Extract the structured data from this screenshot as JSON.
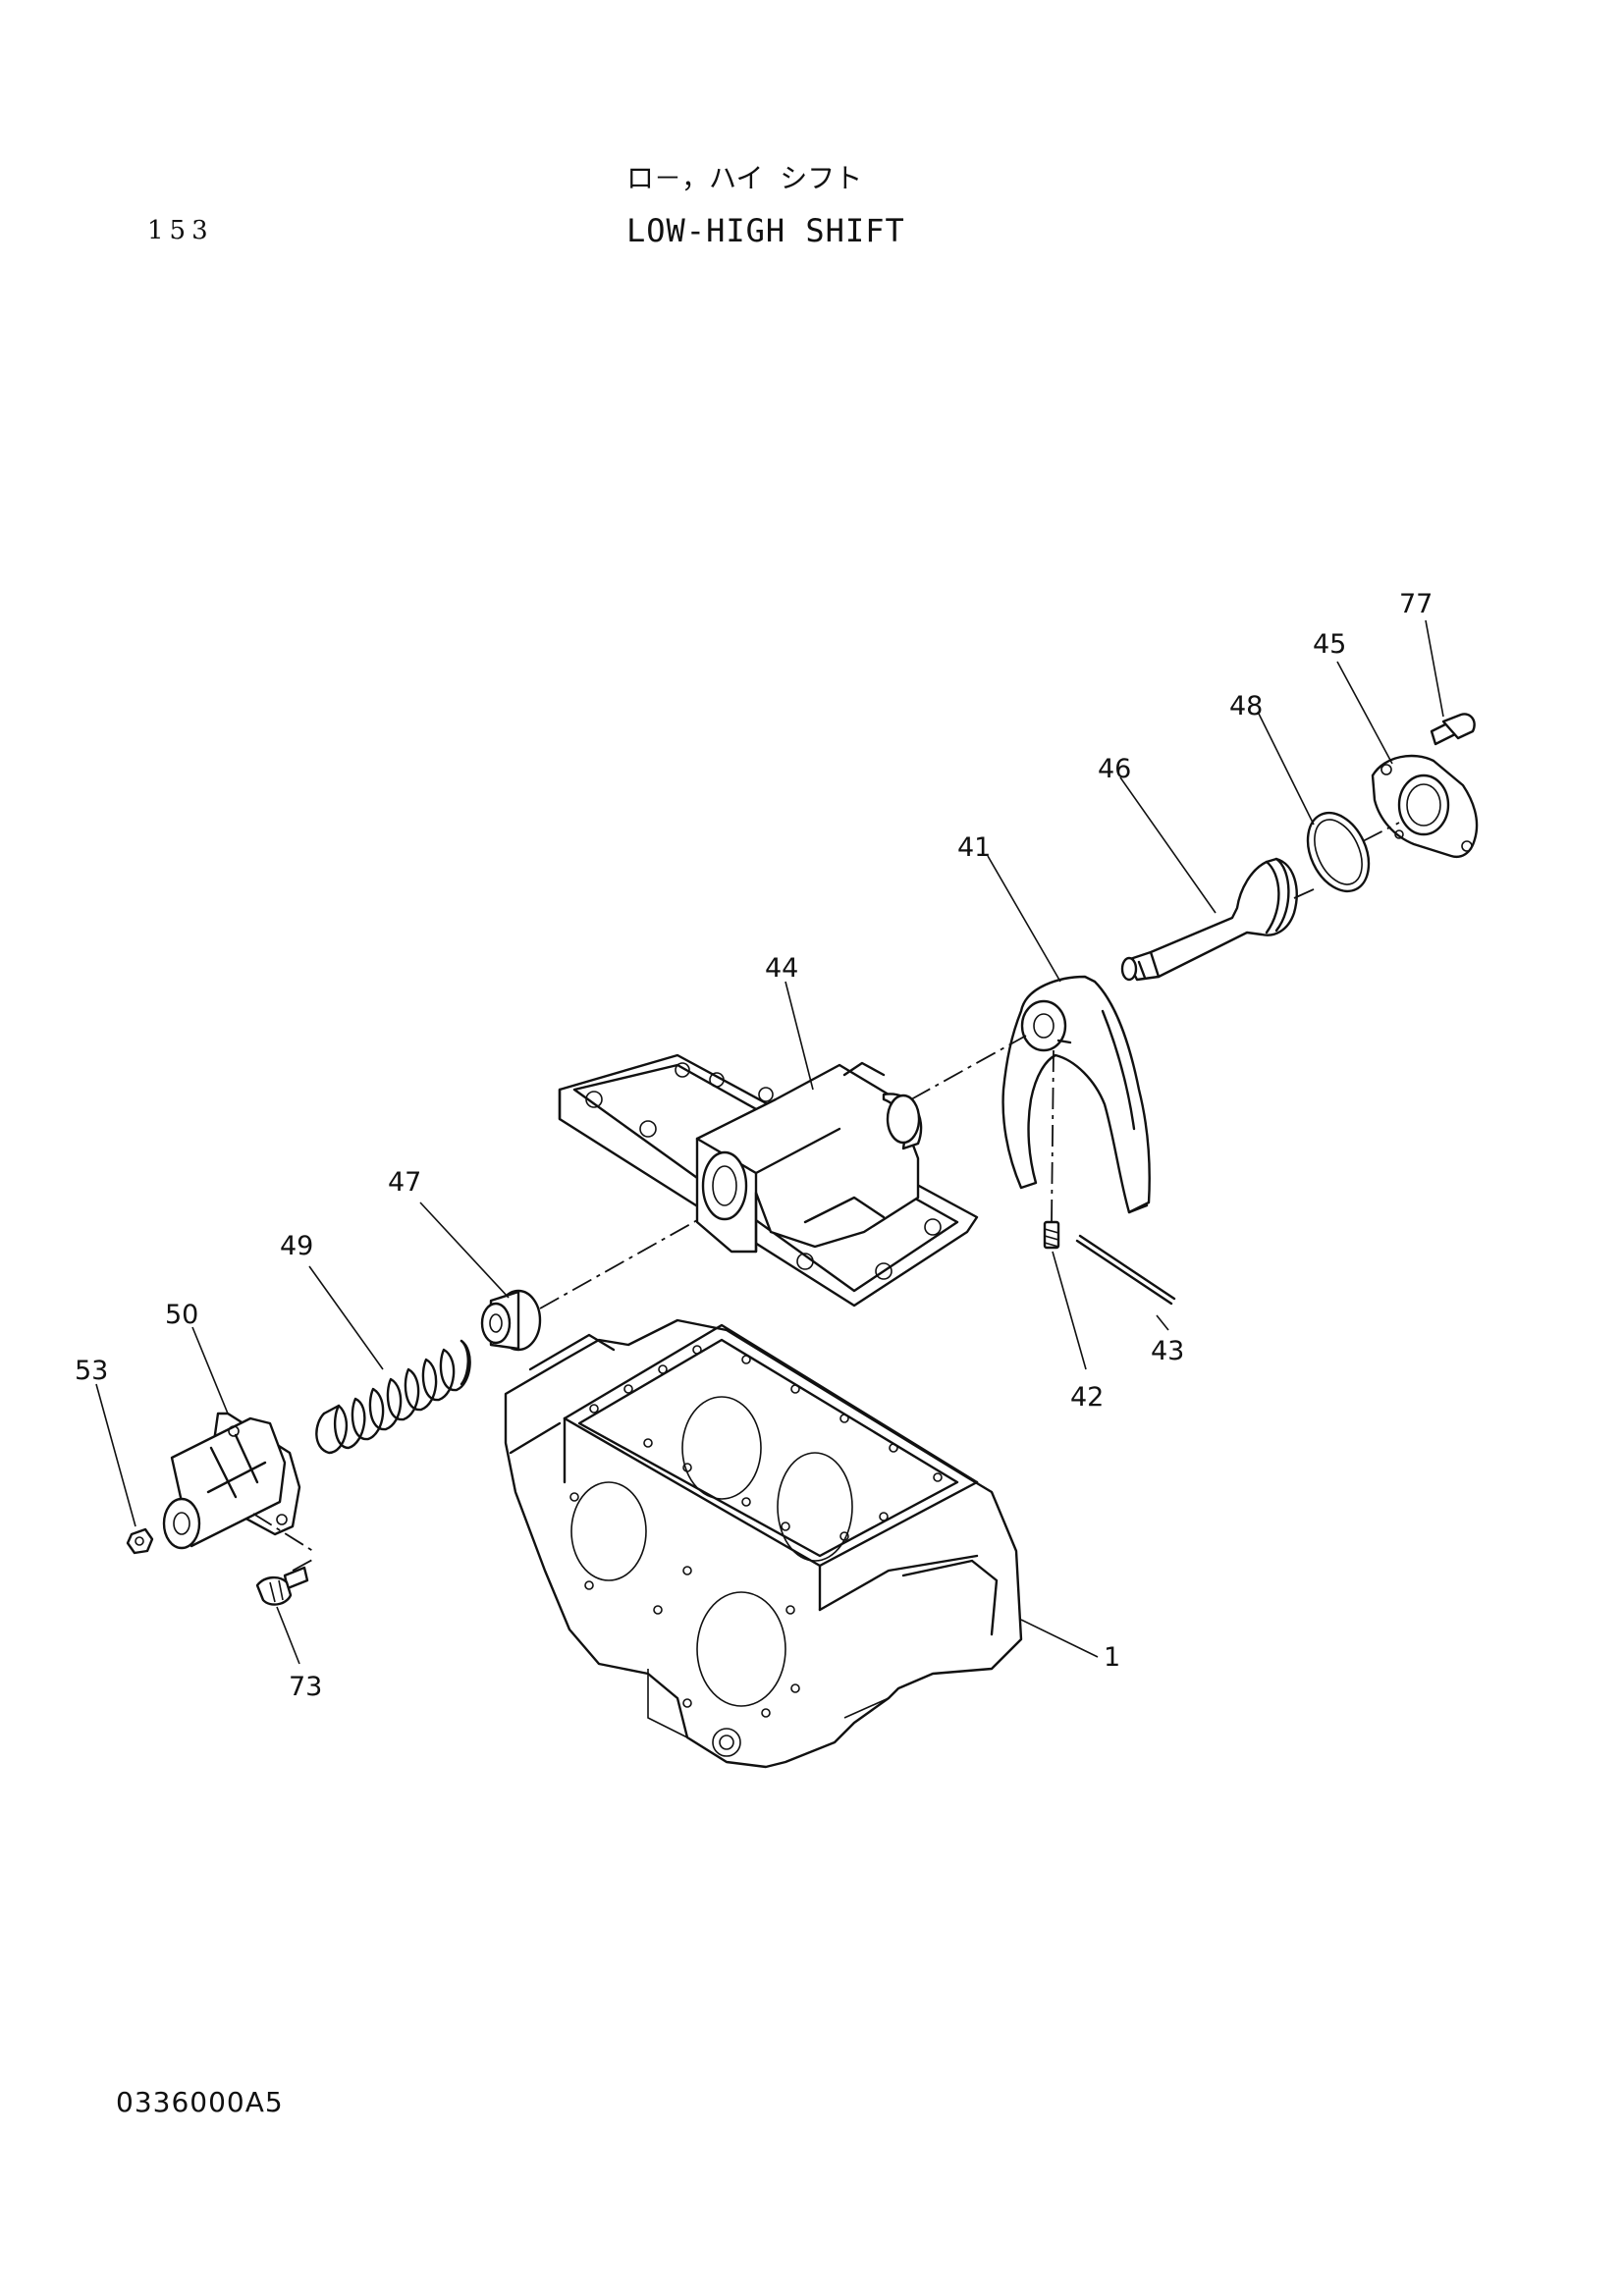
{
  "page_number": "153",
  "title_jp": "ロ－，ハイ シフト",
  "title_en": "LOW-HIGH SHIFT",
  "footer_code": "0336000A5",
  "callouts": [
    "77",
    "45",
    "48",
    "46",
    "41",
    "44",
    "47",
    "49",
    "50",
    "53",
    "73",
    "43",
    "42",
    "1"
  ]
}
